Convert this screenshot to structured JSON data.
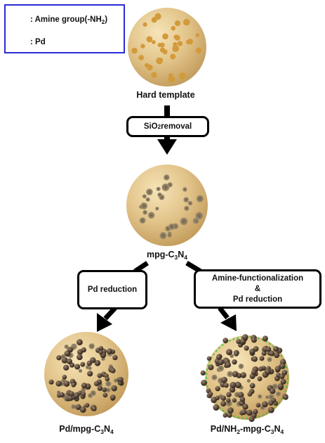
{
  "legend": {
    "amine_text": ": Amine group(-NH",
    "amine_sub": "2",
    "amine_close": ")",
    "pd_text": ": Pd",
    "amine_icon": "amine-group-icon",
    "pd_icon": "pd-particle-icon"
  },
  "labels": {
    "hard_template": "Hard template",
    "mpg": {
      "prefix": "mpg-C",
      "sub1": "3",
      "mid": "N",
      "sub2": "4"
    },
    "pd_mpg": {
      "prefix": "Pd/mpg-C",
      "sub1": "3",
      "mid": "N",
      "sub2": "4"
    },
    "pd_nh2_mpg": {
      "prefix": "Pd/NH",
      "sub0": "2",
      "middle": "-mpg-C",
      "sub1": "3",
      "mid": "N",
      "sub2": "4"
    }
  },
  "steps": {
    "sio2_removal": {
      "prefix": "SiO",
      "sub": "2",
      "suffix": " removal"
    },
    "pd_reduction": "Pd reduction",
    "amine_func_line1": "Amine-functionalization",
    "amine_func_line2": "&",
    "amine_func_line3": "Pd reduction"
  },
  "colors": {
    "sphere_base": "#e2c48a",
    "template_spot": "#d39a3a",
    "pore": "#8a7a60",
    "pd": "#5a4838",
    "amine": "#3cc23c",
    "legend_border": "#2b2bd6",
    "arrow": "#000000"
  }
}
